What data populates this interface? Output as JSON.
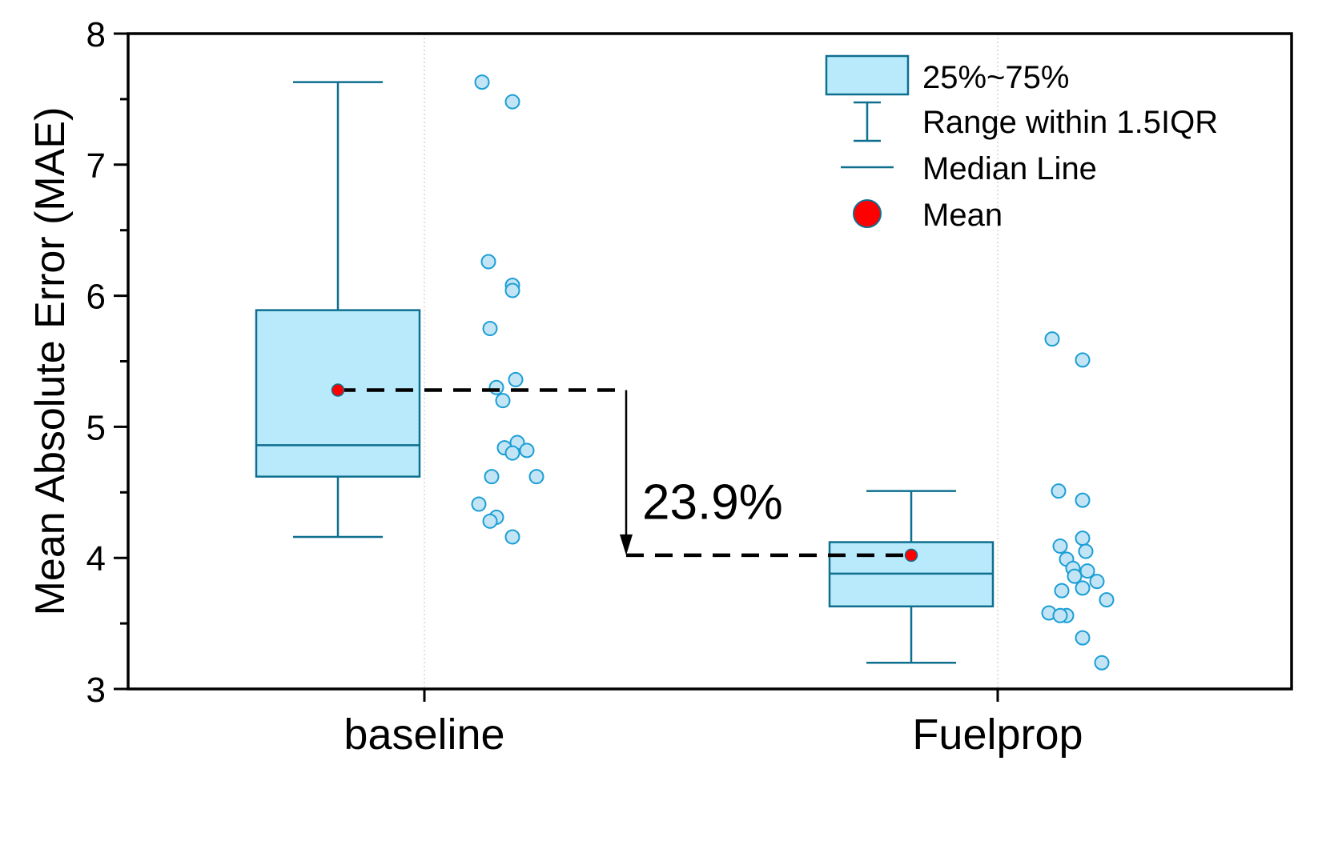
{
  "chart_data": {
    "type": "box",
    "ylabel": "Mean Absolute Error (MAE)",
    "xlabel": "",
    "ylim": [
      3,
      8
    ],
    "yticks": [
      "3",
      "4",
      "5",
      "6",
      "7",
      "8"
    ],
    "grid": "vertical dotted at categories",
    "legend_position": "top-right",
    "colors": {
      "box_fill": "#b8eafb",
      "box_edge": "#0e6f8f",
      "point_fill": "#c3e4f4",
      "point_edge": "#1a9fd6",
      "mean": "#ff0000"
    },
    "legend": [
      "25%~75%",
      "Range within 1.5IQR",
      "Median Line",
      "Mean"
    ],
    "categories": [
      "baseline",
      "Fuelprop"
    ],
    "boxes": [
      {
        "name": "baseline",
        "whisker_low": 4.16,
        "q1": 4.62,
        "median": 4.86,
        "q3": 5.89,
        "whisker_high": 7.63,
        "mean": 5.28,
        "points": [
          7.63,
          7.48,
          6.26,
          6.08,
          6.04,
          5.75,
          5.36,
          5.3,
          5.2,
          4.88,
          4.84,
          4.82,
          4.8,
          4.62,
          4.62,
          4.41,
          4.31,
          4.28,
          4.16
        ]
      },
      {
        "name": "Fuelprop",
        "whisker_low": 3.2,
        "q1": 3.63,
        "median": 3.88,
        "q3": 4.12,
        "whisker_high": 4.51,
        "mean": 4.02,
        "points": [
          5.67,
          5.51,
          4.51,
          4.44,
          4.15,
          4.09,
          4.05,
          3.99,
          3.92,
          3.9,
          3.86,
          3.82,
          3.77,
          3.75,
          3.68,
          3.58,
          3.56,
          3.56,
          3.39,
          3.2
        ]
      }
    ],
    "annotation": {
      "text": "23.9%",
      "from_value": 5.28,
      "to_value": 4.02
    }
  }
}
